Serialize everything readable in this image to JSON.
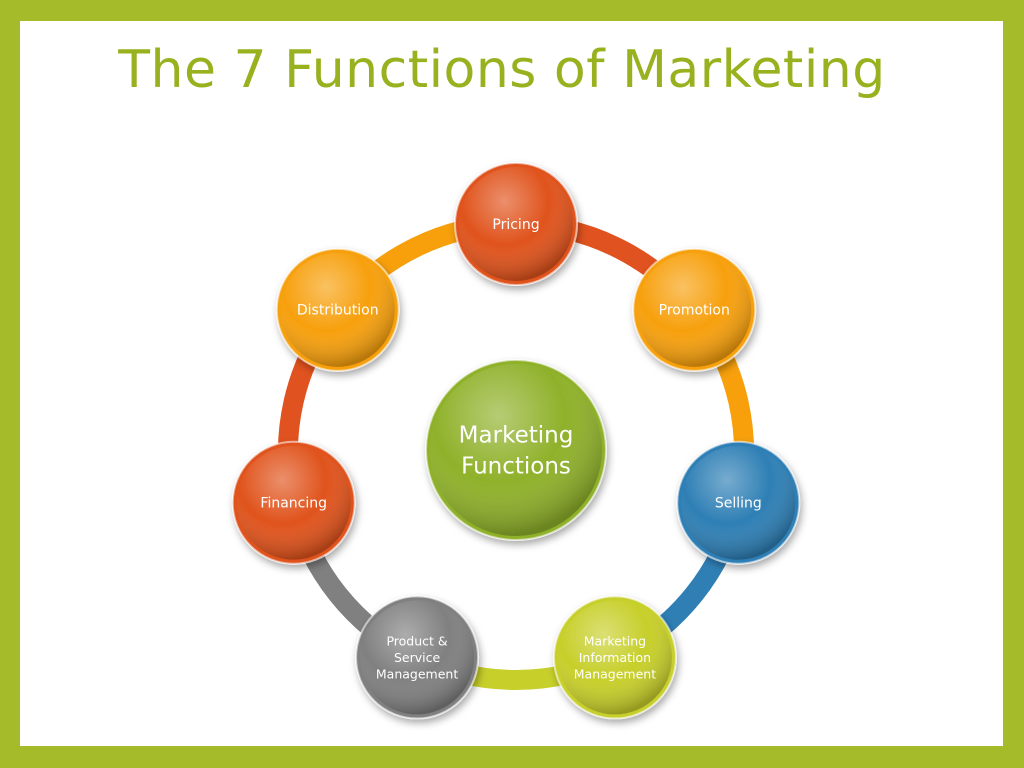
{
  "slide": {
    "title": "The 7 Functions of Marketing"
  },
  "diagram": {
    "center": {
      "label": [
        "Marketing",
        "Functions"
      ],
      "color": "#8fb12a"
    },
    "nodes": [
      {
        "id": "pricing",
        "label": [
          "Pricing"
        ],
        "color": "#e0521f"
      },
      {
        "id": "promotion",
        "label": [
          "Promotion"
        ],
        "color": "#f7a00c"
      },
      {
        "id": "selling",
        "label": [
          "Selling"
        ],
        "color": "#2f7fb5"
      },
      {
        "id": "marketing-information-management",
        "label": [
          "Marketing",
          "Information",
          "Management"
        ],
        "color": "#c7cf2a"
      },
      {
        "id": "product-service-management",
        "label": [
          "Product &",
          "Service",
          "Management"
        ],
        "color": "#808080"
      },
      {
        "id": "financing",
        "label": [
          "Financing"
        ],
        "color": "#e0521f"
      },
      {
        "id": "distribution",
        "label": [
          "Distribution"
        ],
        "color": "#f7a00c"
      }
    ],
    "ring_colors": [
      "#e0521f",
      "#f7a00c",
      "#2f7fb5",
      "#c7cf2a",
      "#808080",
      "#e0521f",
      "#f7a00c"
    ]
  }
}
